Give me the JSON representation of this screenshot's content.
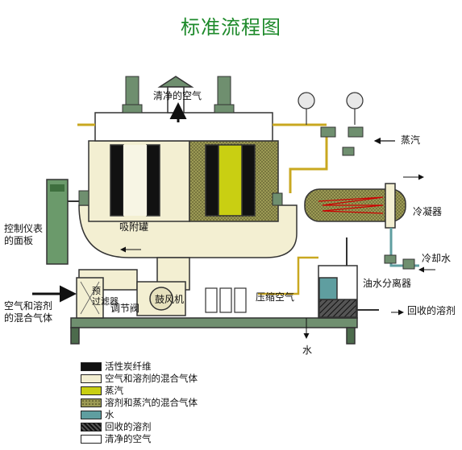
{
  "title": "标准流程图",
  "labels": {
    "clean_air_top": "清净的空气",
    "steam": "蒸汽",
    "condenser": "冷凝器",
    "cooling_water": "冷却水",
    "adsorption_tank": "吸附罐",
    "control_panel": "控制仪表\n的面板",
    "air_solvent_mix": "空气和溶剂\n的混合气体",
    "prefilter": "预\n过滤器",
    "regulating_valve": "调节阀",
    "blower": "鼓风机",
    "compressed_air": "压缩空气",
    "oil_water_separator": "油水分离器",
    "recovered_solvent": "回收的溶剂",
    "water_out": "水"
  },
  "legend": [
    {
      "label": "活性炭纤维",
      "color": "#111111",
      "pattern": "solid"
    },
    {
      "label": "空气和溶剂的混合气体",
      "color": "#f3efd2",
      "pattern": "solid"
    },
    {
      "label": "蒸汽",
      "color": "#c9cf12",
      "pattern": "solid"
    },
    {
      "label": "溶剂和蒸汽的混合气体",
      "color": "#8b8a4a",
      "pattern": "dotted"
    },
    {
      "label": "水",
      "color": "#5f9ea0",
      "pattern": "solid"
    },
    {
      "label": "回收的溶剂",
      "color": "#333333",
      "pattern": "hatched"
    },
    {
      "label": "清净的空气",
      "color": "#ffffff",
      "pattern": "solid"
    }
  ]
}
